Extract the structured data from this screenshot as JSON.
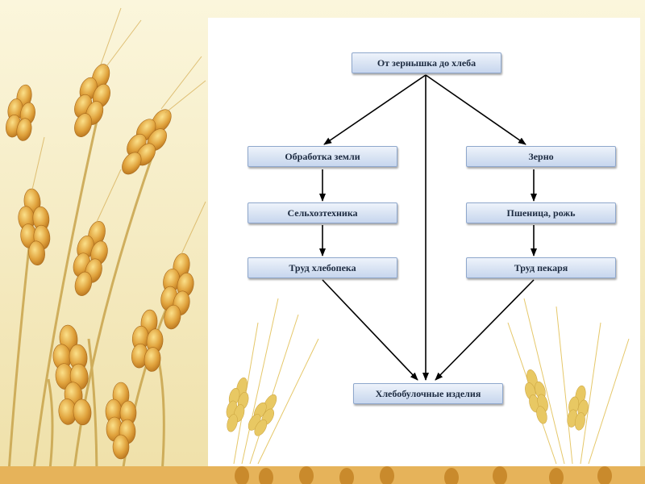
{
  "diagram": {
    "root": "От зернышка до хлеба",
    "left_branch": [
      "Обработка земли",
      "Сельхозтехника",
      "Труд хлебопека"
    ],
    "right_branch": [
      "Зерно",
      "Пшеница, рожь",
      "Труд пекаря"
    ],
    "result": "Хлебобулочные изделия"
  },
  "colors": {
    "node_fill": "#d8e3f3",
    "node_border": "#8ea7cc",
    "arrow": "#000000",
    "background": "#f6efc9",
    "wheat": "#d9962e"
  },
  "decorations": [
    "wheat-ears-left",
    "wheat-ears-bottom-left",
    "wheat-ears-bottom-right"
  ]
}
